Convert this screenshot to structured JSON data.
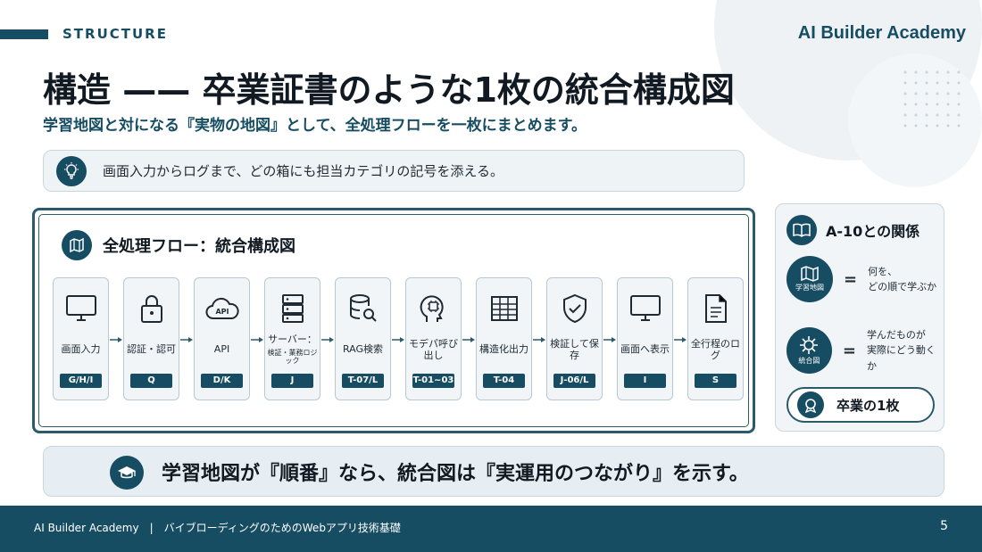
{
  "header": {
    "section_label": "STRUCTURE",
    "brand": "AI Builder Academy"
  },
  "title": "構造 —— 卒業証書のような1枚の統合構成図",
  "subtitle": "学習地図と対になる『実物の地図』として、全処理フローを一枚にまとめます。",
  "tip": {
    "icon": "lightbulb-icon",
    "text": "画面入力からログまで、どの箱にも担当カテゴリの記号を添える。"
  },
  "flow": {
    "icon": "map-icon",
    "title": "全処理フロー：統合構成図",
    "steps": [
      {
        "icon": "monitor-icon",
        "label": "画面入力",
        "sub": "",
        "tag": "G/H/I"
      },
      {
        "icon": "lock-icon",
        "label": "認証・認可",
        "sub": "",
        "tag": "Q"
      },
      {
        "icon": "cloud-api-icon",
        "label": "API",
        "sub": "",
        "tag": "D/K"
      },
      {
        "icon": "server-icon",
        "label": "サーバー：",
        "sub": "検証・業務ロジック",
        "tag": "J"
      },
      {
        "icon": "database-search-icon",
        "label": "RAG検索",
        "sub": "",
        "tag": "T-07/L"
      },
      {
        "icon": "ai-head-icon",
        "label": "モデパ呼び出し",
        "sub": "",
        "tag": "T-01~03"
      },
      {
        "icon": "table-icon",
        "label": "構造化出力",
        "sub": "",
        "tag": "T-04"
      },
      {
        "icon": "shield-check-icon",
        "label": "検証して保存",
        "sub": "",
        "tag": "J-06/L"
      },
      {
        "icon": "monitor-icon",
        "label": "画面へ表示",
        "sub": "",
        "tag": "I"
      },
      {
        "icon": "document-icon",
        "label": "全行程のログ",
        "sub": "",
        "tag": "S"
      }
    ]
  },
  "side": {
    "icon": "book-icon",
    "title": "A-10との関係",
    "rel1": {
      "icon": "map-icon",
      "caption": "学習地図",
      "eq": "=",
      "line1": "何を、",
      "line2": "どの順で学ぶか"
    },
    "rel2": {
      "icon": "gear-icon",
      "caption": "統合図",
      "eq": "=",
      "line1": "学んだものが",
      "line2": "実際にどう動くか"
    },
    "badge": {
      "icon": "medal-icon",
      "text": "卒業の1枚"
    }
  },
  "bottom": {
    "icon": "graduation-cap-icon",
    "text": "学習地図が『順番』なら、統合図は『実運用のつながり』を示す。"
  },
  "footer": {
    "brand": "AI Builder Academy",
    "sep": "|",
    "course": "バイブローディングのためのWebアプリ技術基礎",
    "page": "5"
  },
  "colors": {
    "primary": "#174d62",
    "panel": "#f1f5f8",
    "border": "#c9d6de"
  }
}
